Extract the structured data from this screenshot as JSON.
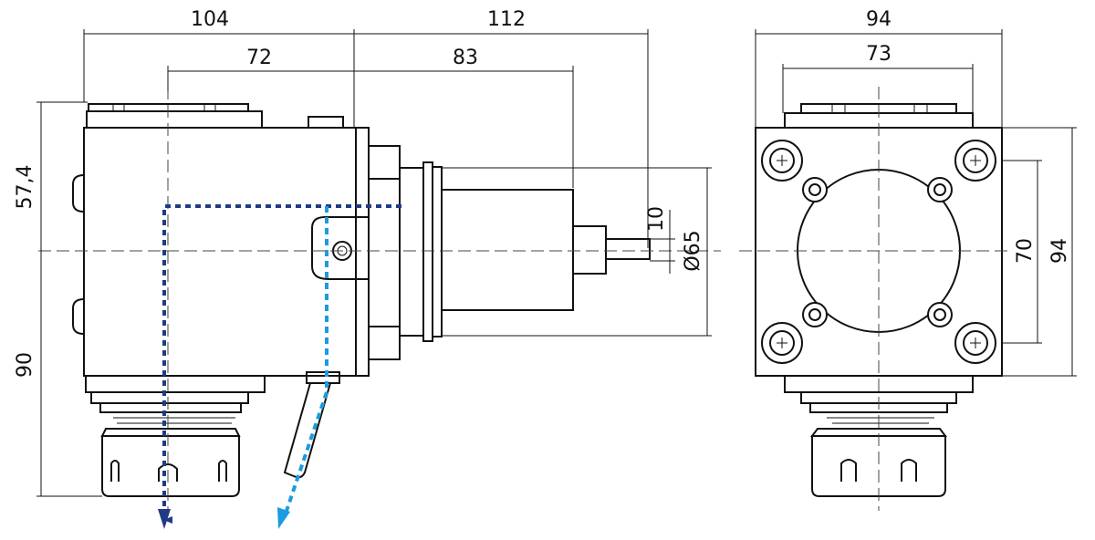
{
  "colors": {
    "line": "#111111",
    "coolant_internal": "#1f3b86",
    "coolant_external": "#1b9be0"
  },
  "dimensions": {
    "side_view": {
      "width_total": "104",
      "spindle_offset": "72",
      "output_length": "112",
      "shaft_step": "83",
      "height_upper": "57,4",
      "height_lower": "90",
      "shaft_diameter": "10",
      "flange_diameter": "Ø65"
    },
    "front_view": {
      "width_total": "94",
      "bolt_spacing_width": "73",
      "bolt_spacing_height": "70",
      "height_total": "94"
    }
  }
}
